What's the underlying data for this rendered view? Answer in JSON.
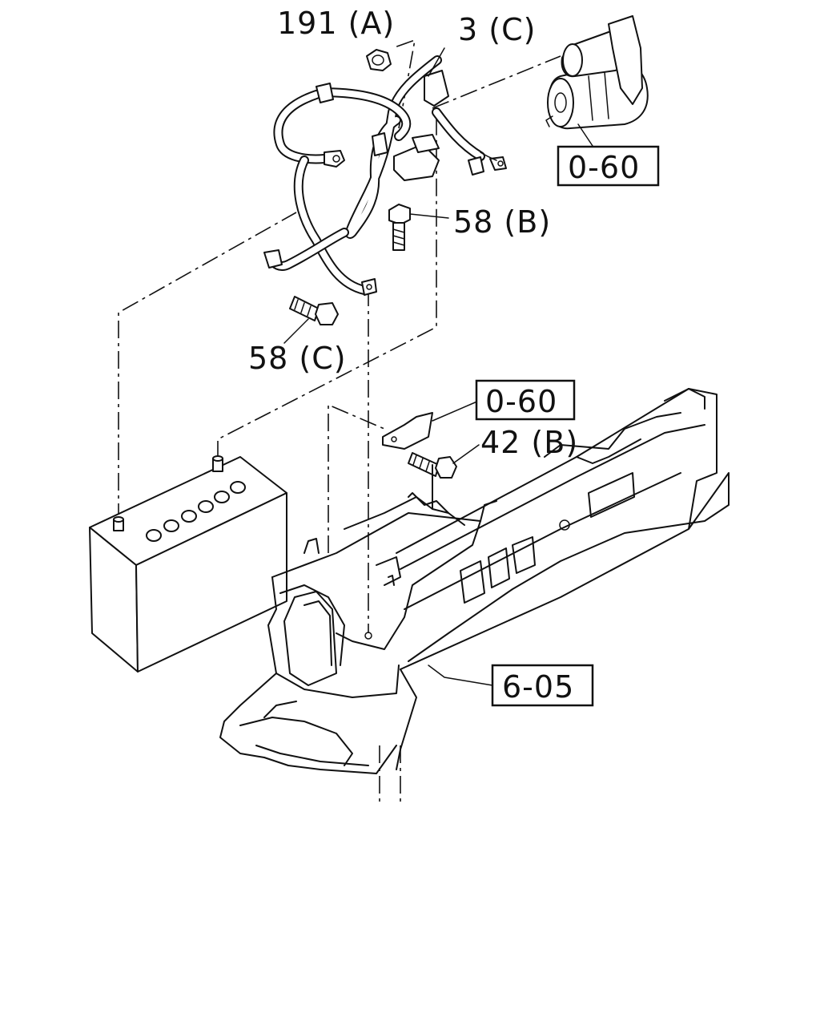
{
  "callouts": {
    "nut_191a": "191 (A)",
    "cable_3c": "3 (C)",
    "bolt_58b": "58 (B)",
    "bolt_58c": "58 (C)",
    "bolt_42b": "42 (B)"
  },
  "references": {
    "starter_ref": "0-60",
    "bracket_ref": "0-60",
    "frame_ref": "6-05"
  }
}
